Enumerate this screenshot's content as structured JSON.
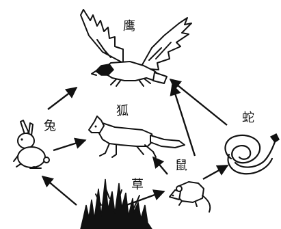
{
  "nodes": {
    "eagle": {
      "label": "鹰"
    },
    "fox": {
      "label": "狐"
    },
    "rabbit": {
      "label": "兔"
    },
    "snake": {
      "label": "蛇"
    },
    "mouse": {
      "label": "鼠"
    },
    "grass": {
      "label": "草"
    }
  },
  "edges": [
    {
      "from": "grass",
      "to": "rabbit"
    },
    {
      "from": "grass",
      "to": "mouse"
    },
    {
      "from": "rabbit",
      "to": "eagle"
    },
    {
      "from": "rabbit",
      "to": "fox"
    },
    {
      "from": "mouse",
      "to": "fox"
    },
    {
      "from": "mouse",
      "to": "eagle"
    },
    {
      "from": "mouse",
      "to": "snake"
    },
    {
      "from": "snake",
      "to": "eagle"
    }
  ]
}
